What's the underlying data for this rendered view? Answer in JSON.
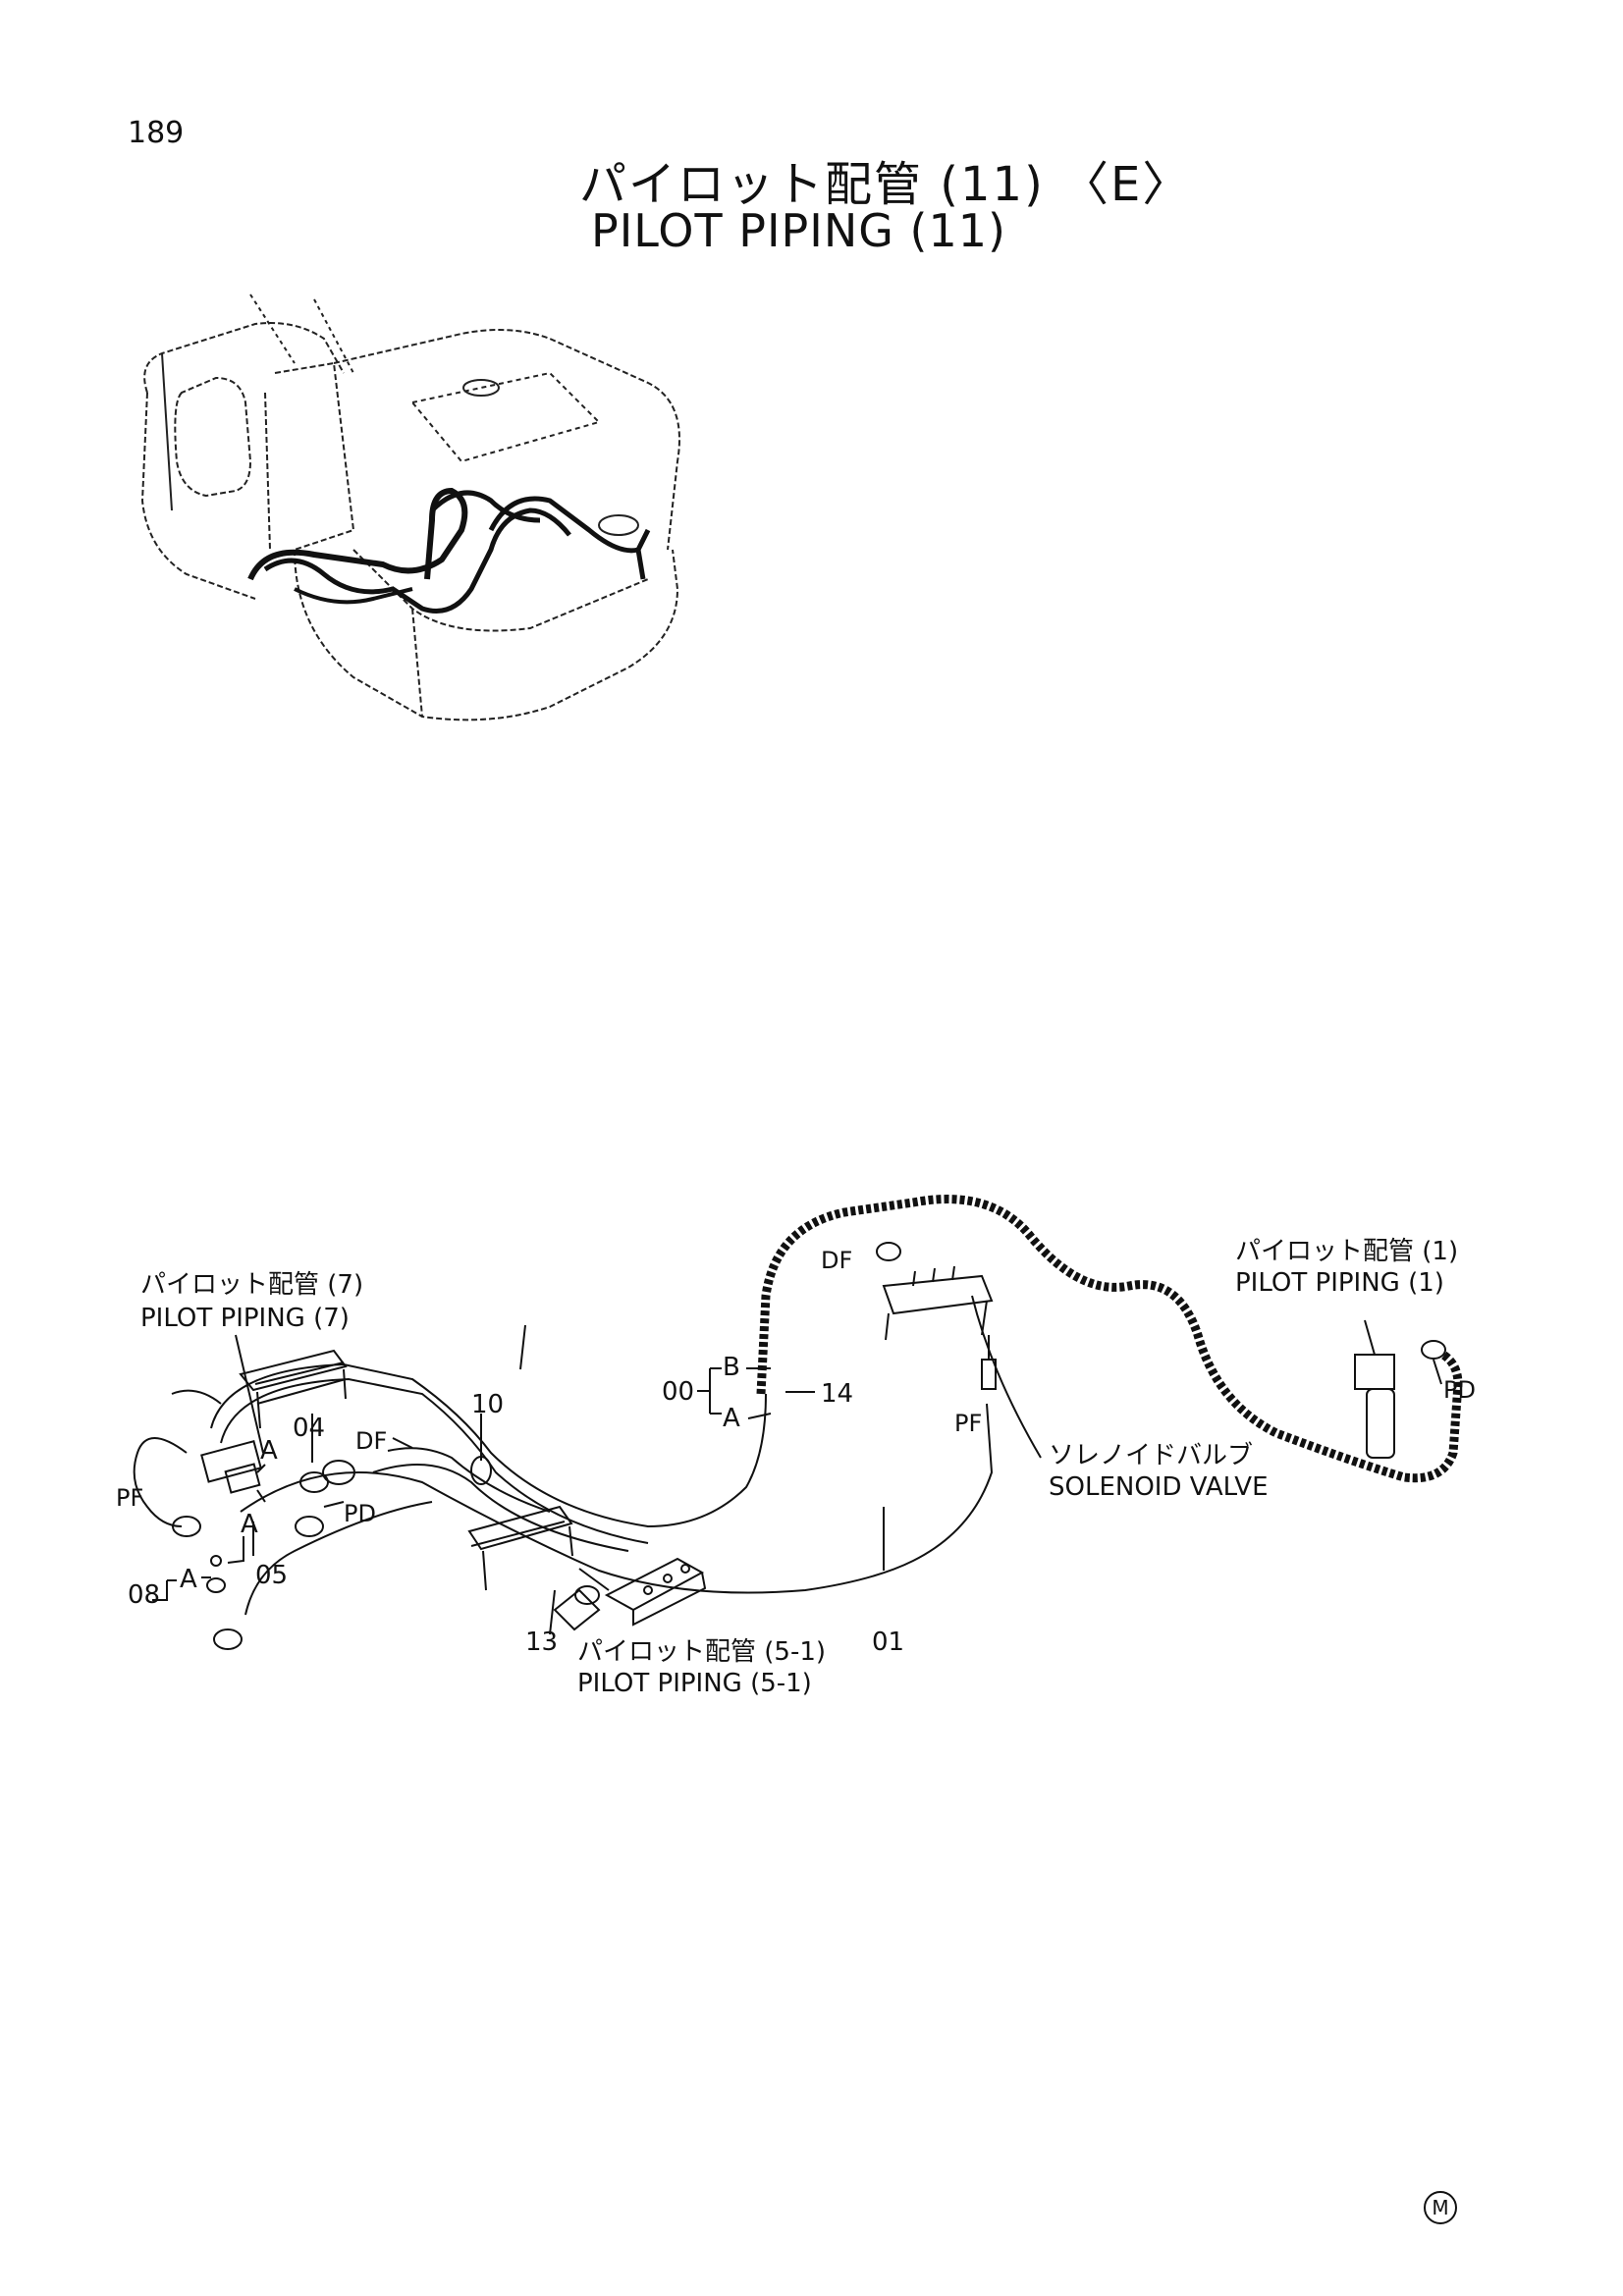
{
  "page": {
    "number": "189",
    "title_jp": "パイロット配管 (11) 〈E〉",
    "title_en": "PILOT PIPING (11)",
    "marker": "M"
  },
  "callouts": {
    "pp7_jp": "パイロット配管 (7)",
    "pp7_en": "PILOT PIPING (7)",
    "pp1_jp": "パイロット配管 (1)",
    "pp1_en": "PILOT PIPING (1)",
    "pp51_jp": "パイロット配管 (5-1)",
    "pp51_en": "PILOT PIPING (5-1)",
    "solenoid_jp": "ソレノイドバルブ",
    "solenoid_en": "SOLENOID VALVE"
  },
  "part_numbers": {
    "p00": "00",
    "p01": "01",
    "p04": "04",
    "p05": "05",
    "p08": "08",
    "p10": "10",
    "p13": "13",
    "p14": "14"
  },
  "port_labels": {
    "pf_left": "PF",
    "df_left": "DF",
    "pd_left": "PD",
    "df_top": "DF",
    "pf_right": "PF",
    "pd_right": "PD",
    "a_04": "A",
    "a_05": "A",
    "a_08": "A",
    "b_00": "B",
    "a_00": "A"
  }
}
